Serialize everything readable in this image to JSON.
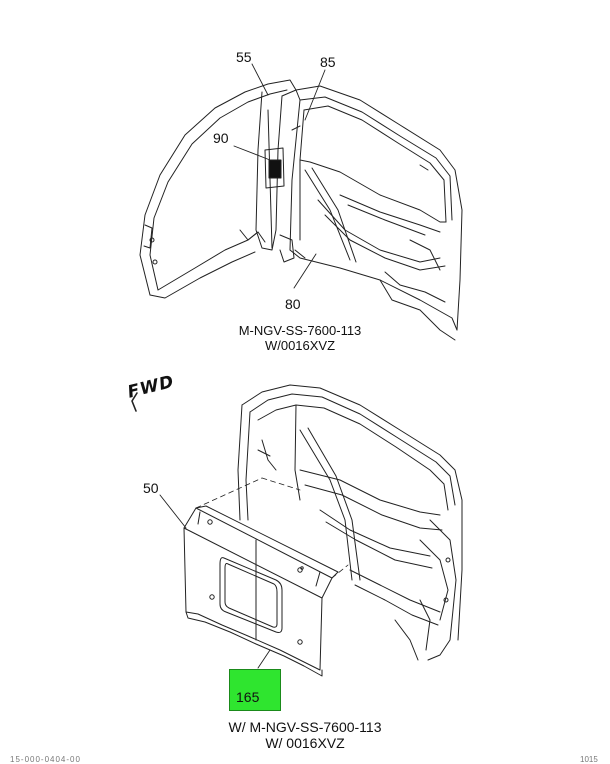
{
  "callouts": {
    "c55": "55",
    "c85": "85",
    "c90": "90",
    "c80": "80",
    "c50": "50",
    "c165": "165"
  },
  "captions": {
    "top_line1": "M-NGV-SS-7600-113",
    "top_line2": "W/0016XVZ",
    "bottom_line1": "W/ M-NGV-SS-7600-113",
    "bottom_line2": "W/ 0016XVZ"
  },
  "fwd_label": "FWD",
  "highlight_color": "#2fe52f",
  "footer": {
    "left": "15-000-0404-00",
    "right": "1015"
  }
}
